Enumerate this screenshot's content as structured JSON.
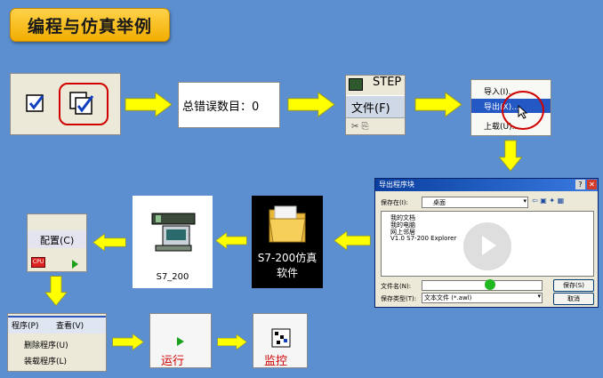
{
  "title": "编程与仿真举例",
  "step1": {
    "icon_a": "compile-icon",
    "icon_b": "compile-all-icon"
  },
  "step2": {
    "text": "总错误数目：0"
  },
  "step3": {
    "app": "STEP",
    "menu": "文件(F)"
  },
  "step4": {
    "items": [
      "导入(I)...",
      "导出(X)...",
      "上载(U)..."
    ]
  },
  "step5": {
    "dialog_title": "导出程序块",
    "save_in_label": "保存在(I):",
    "save_in_value": "桌面",
    "tree": [
      "我的文档",
      "我的电脑",
      "网上邻居",
      "V1.0 S7-200 Explorer"
    ],
    "filename_label": "文件名(N):",
    "filetype_label": "保存类型(T):",
    "filetype_value": "文本文件 (*.awl)",
    "save_btn": "保存(S)",
    "cancel_btn": "取消"
  },
  "step6": {
    "label_line1": "S7-200仿真",
    "label_line2": "软件"
  },
  "step7": {
    "label": "S7_200"
  },
  "step8": {
    "menu": "配置(C)"
  },
  "step9": {
    "menus": [
      "程序(P)",
      "查看(V)"
    ],
    "items": [
      "删除程序(U)",
      "装载程序(L)"
    ]
  },
  "step10": {
    "label": "运行"
  },
  "step11": {
    "label": "监控"
  },
  "colors": {
    "background": "#5b8fcf",
    "arrow": "#ffff00",
    "badge": "#f5b800",
    "highlight_ring": "#d00000"
  }
}
